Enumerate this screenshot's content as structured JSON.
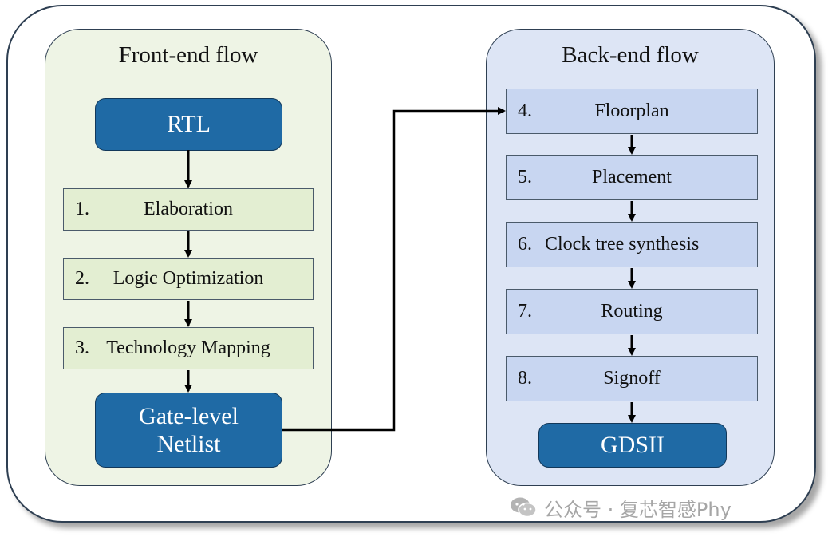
{
  "front_end": {
    "title": "Front-end flow",
    "start": "RTL",
    "steps": [
      {
        "number": "1.",
        "label": "Elaboration"
      },
      {
        "number": "2.",
        "label": "Logic Optimization"
      },
      {
        "number": "3.",
        "label": "Technology Mapping"
      }
    ],
    "end": {
      "line1": "Gate-level",
      "line2": "Netlist"
    }
  },
  "back_end": {
    "title": "Back-end flow",
    "steps": [
      {
        "number": "4.",
        "label": "Floorplan"
      },
      {
        "number": "5.",
        "label": "Placement"
      },
      {
        "number": "6.",
        "label": "Clock tree synthesis"
      },
      {
        "number": "7.",
        "label": "Routing"
      },
      {
        "number": "8.",
        "label": "Signoff"
      }
    ],
    "end": "GDSII"
  },
  "watermark": {
    "text": "公众号 · 复芯智感Phy",
    "icon": "wechat-icon"
  },
  "colors": {
    "terminal_fill": "#1f6aa5",
    "front_panel": "#eef4e5",
    "front_step": "#e3eed2",
    "back_panel": "#dde5f5",
    "back_step": "#c8d6f1",
    "border": "#2e3f52"
  }
}
